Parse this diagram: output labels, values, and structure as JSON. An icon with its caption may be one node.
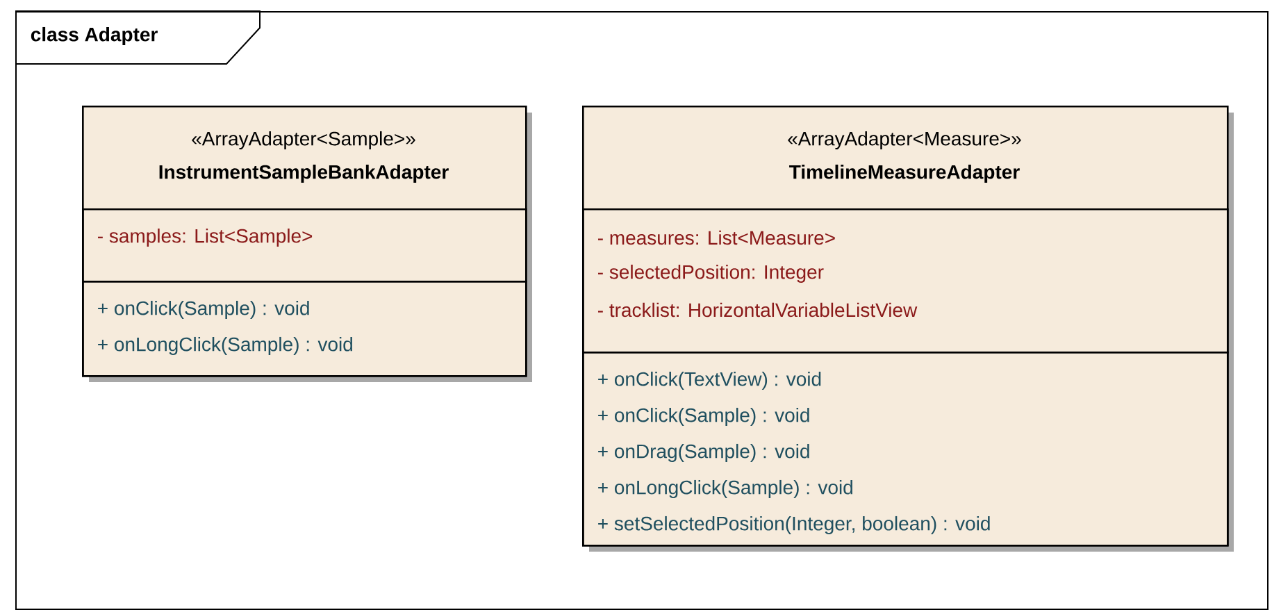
{
  "diagram": {
    "nodes": [
      {
        "text": [
          "class Adapter"
        ]
      },
      {
        "text": [
          "«ArrayAdapter<Sample>»",
          "InstrumentSampleBankAdapter"
        ],
        "in": 0
      },
      {
        "text": [
          "- samples: List<Sample>"
        ],
        "in": 1
      },
      {
        "text": [
          "+ onClick(Sample) : void",
          "+ onLongClick(Sample) : void"
        ],
        "in": 1
      },
      {
        "text": [
          "«ArrayAdapter<Measure>»",
          "TimelineMeasureAdapter"
        ],
        "in": 0
      },
      {
        "text": [
          "- measures: List<Measure>",
          "- selectedPosition: Integer",
          "- tracklist: HorizontalVariableListView"
        ],
        "in": 4
      },
      {
        "text": [
          "+ onClick(TextView) : void",
          "+ onClick(Sample) : void",
          "+ onDrag(Sample) : void",
          "+ onLongClick(Sample) : void",
          "+ setSelectedPosition(Integer, boolean) : void"
        ],
        "in": 4
      }
    ]
  }
}
